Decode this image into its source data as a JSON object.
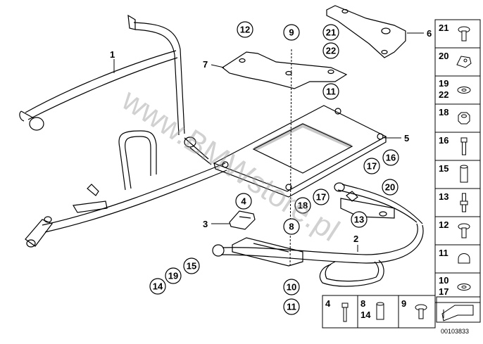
{
  "diagram": {
    "watermark": "www.BMWstore.pl",
    "image_number": "00103833",
    "part_labels": [
      "1",
      "2",
      "3",
      "5",
      "6",
      "7"
    ],
    "callouts": [
      "12",
      "9",
      "21",
      "22",
      "11",
      "16",
      "17",
      "17",
      "20",
      "18",
      "4",
      "13",
      "8",
      "15",
      "19",
      "14",
      "10",
      "11"
    ],
    "legend_right": [
      {
        "nums": [
          "21"
        ],
        "icon": "flange-bolt-icon"
      },
      {
        "nums": [
          "20"
        ],
        "icon": "clip-icon"
      },
      {
        "nums": [
          "19",
          "22"
        ],
        "icon": "washer-icon"
      },
      {
        "nums": [
          "18"
        ],
        "icon": "hex-nut-icon"
      },
      {
        "nums": [
          "16"
        ],
        "icon": "screw-icon"
      },
      {
        "nums": [
          "15"
        ],
        "icon": "sleeve-icon"
      },
      {
        "nums": [
          "13"
        ],
        "icon": "stud-bolt-icon"
      },
      {
        "nums": [
          "12"
        ],
        "icon": "flange-bolt-icon"
      },
      {
        "nums": [
          "11"
        ],
        "icon": "cap-nut-icon"
      },
      {
        "nums": [
          "10",
          "17"
        ],
        "icon": "washer-icon"
      }
    ],
    "legend_bottom": [
      {
        "nums": [
          "4"
        ],
        "icon": "bolt-icon"
      },
      {
        "nums": [
          "8",
          "14"
        ],
        "icon": "sleeve-icon"
      },
      {
        "nums": [
          "9"
        ],
        "icon": "flange-bolt-icon"
      }
    ]
  }
}
